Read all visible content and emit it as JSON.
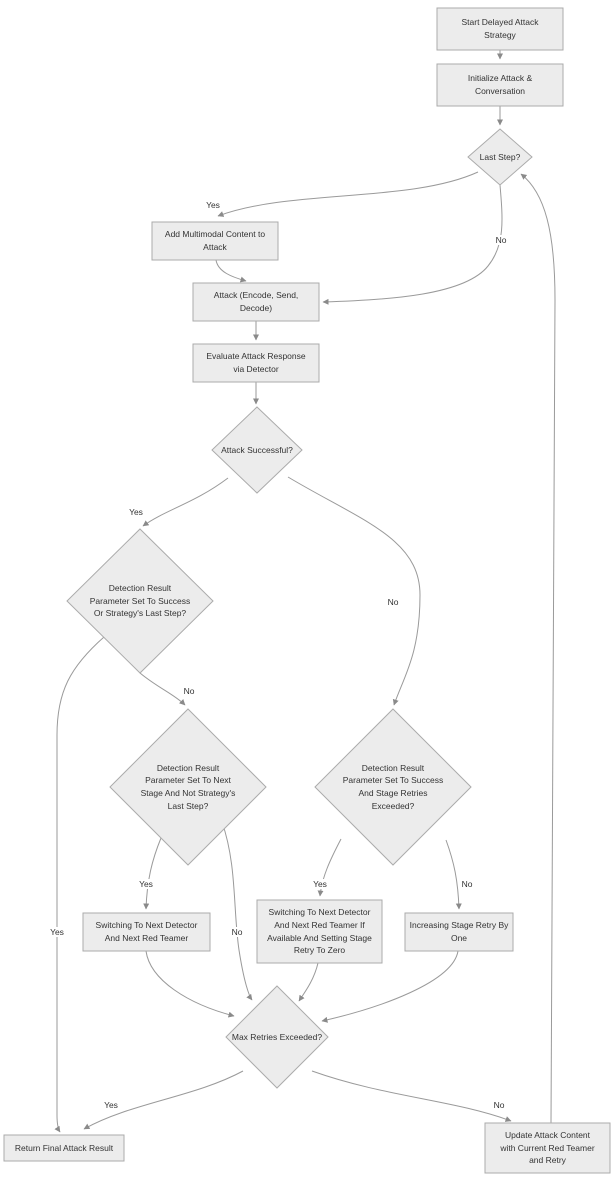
{
  "colors": {
    "background": "#ffffff",
    "node_fill": "#ececec",
    "node_border": "#ababab",
    "edge": "#9a9a9a",
    "text": "#333333"
  },
  "labels": {
    "yes": "Yes",
    "no": "No"
  },
  "nodes": {
    "start": {
      "label": "Start Delayed Attack\nStrategy",
      "type": "process"
    },
    "init": {
      "label": "Initialize Attack &\nConversation",
      "type": "process"
    },
    "last_step": {
      "label": "Last Step?",
      "type": "decision"
    },
    "add_multimodal": {
      "label": "Add Multimodal Content to\nAttack",
      "type": "process"
    },
    "attack": {
      "label": "Attack (Encode, Send,\nDecode)",
      "type": "process"
    },
    "evaluate": {
      "label": "Evaluate Attack Response\nvia Detector",
      "type": "process"
    },
    "attack_successful": {
      "label": "Attack Successful?",
      "type": "decision"
    },
    "detection_success_or_last": {
      "label": "Detection Result\nParameter Set To Success\nOr Strategy's Last Step?",
      "type": "decision"
    },
    "detection_next_stage": {
      "label": "Detection Result\nParameter Set To Next\nStage And Not Strategy's\nLast Step?",
      "type": "decision"
    },
    "detection_success_retries": {
      "label": "Detection Result\nParameter Set To Success\nAnd Stage Retries\nExceeded?",
      "type": "decision"
    },
    "switch_detector": {
      "label": "Switching To Next Detector\nAnd Next Red Teamer",
      "type": "process"
    },
    "switch_detector_if_available": {
      "label": "Switching To Next Detector\nAnd Next Red Teamer If\nAvailable And Setting Stage\nRetry To Zero",
      "type": "process"
    },
    "increase_retry": {
      "label": "Increasing Stage Retry By\nOne",
      "type": "process"
    },
    "max_retries": {
      "label": "Max Retries Exceeded?",
      "type": "decision"
    },
    "return_result": {
      "label": "Return Final Attack Result",
      "type": "process"
    },
    "update_content": {
      "label": "Update Attack Content\nwith Current Red Teamer\nand Retry",
      "type": "process"
    }
  }
}
